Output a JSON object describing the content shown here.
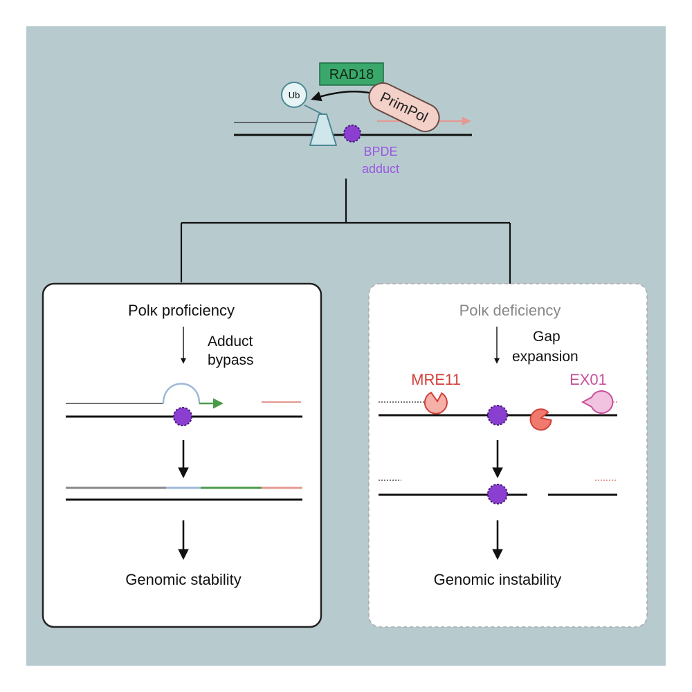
{
  "top": {
    "rad18_label": "RAD18",
    "ub_label": "Ub",
    "primpol_label": "PrimPol",
    "adduct_line1": "BPDE",
    "adduct_line2": "adduct"
  },
  "left_panel": {
    "title": "Polκ proficiency",
    "step_line1": "Adduct",
    "step_line2": "bypass",
    "outcome": "Genomic stability"
  },
  "right_panel": {
    "title": "Polκ deficiency",
    "step_line1": "Gap",
    "step_line2": "expansion",
    "mre11_label": "MRE11",
    "exo1_label": "EX01",
    "outcome": "Genomic instability"
  },
  "colors": {
    "background": "#b7cbcf",
    "adduct": "#8a3fd1",
    "rad18_fill": "#3aa86a",
    "primpol_fill": "#f3d0c8",
    "mre11": "#e0433d",
    "exo1": "#c8509a",
    "pcna": "#cfe6ea",
    "green_strand": "#4a9a4a",
    "pink_strand": "#e49a92",
    "blue_strand": "#9db8d6"
  }
}
